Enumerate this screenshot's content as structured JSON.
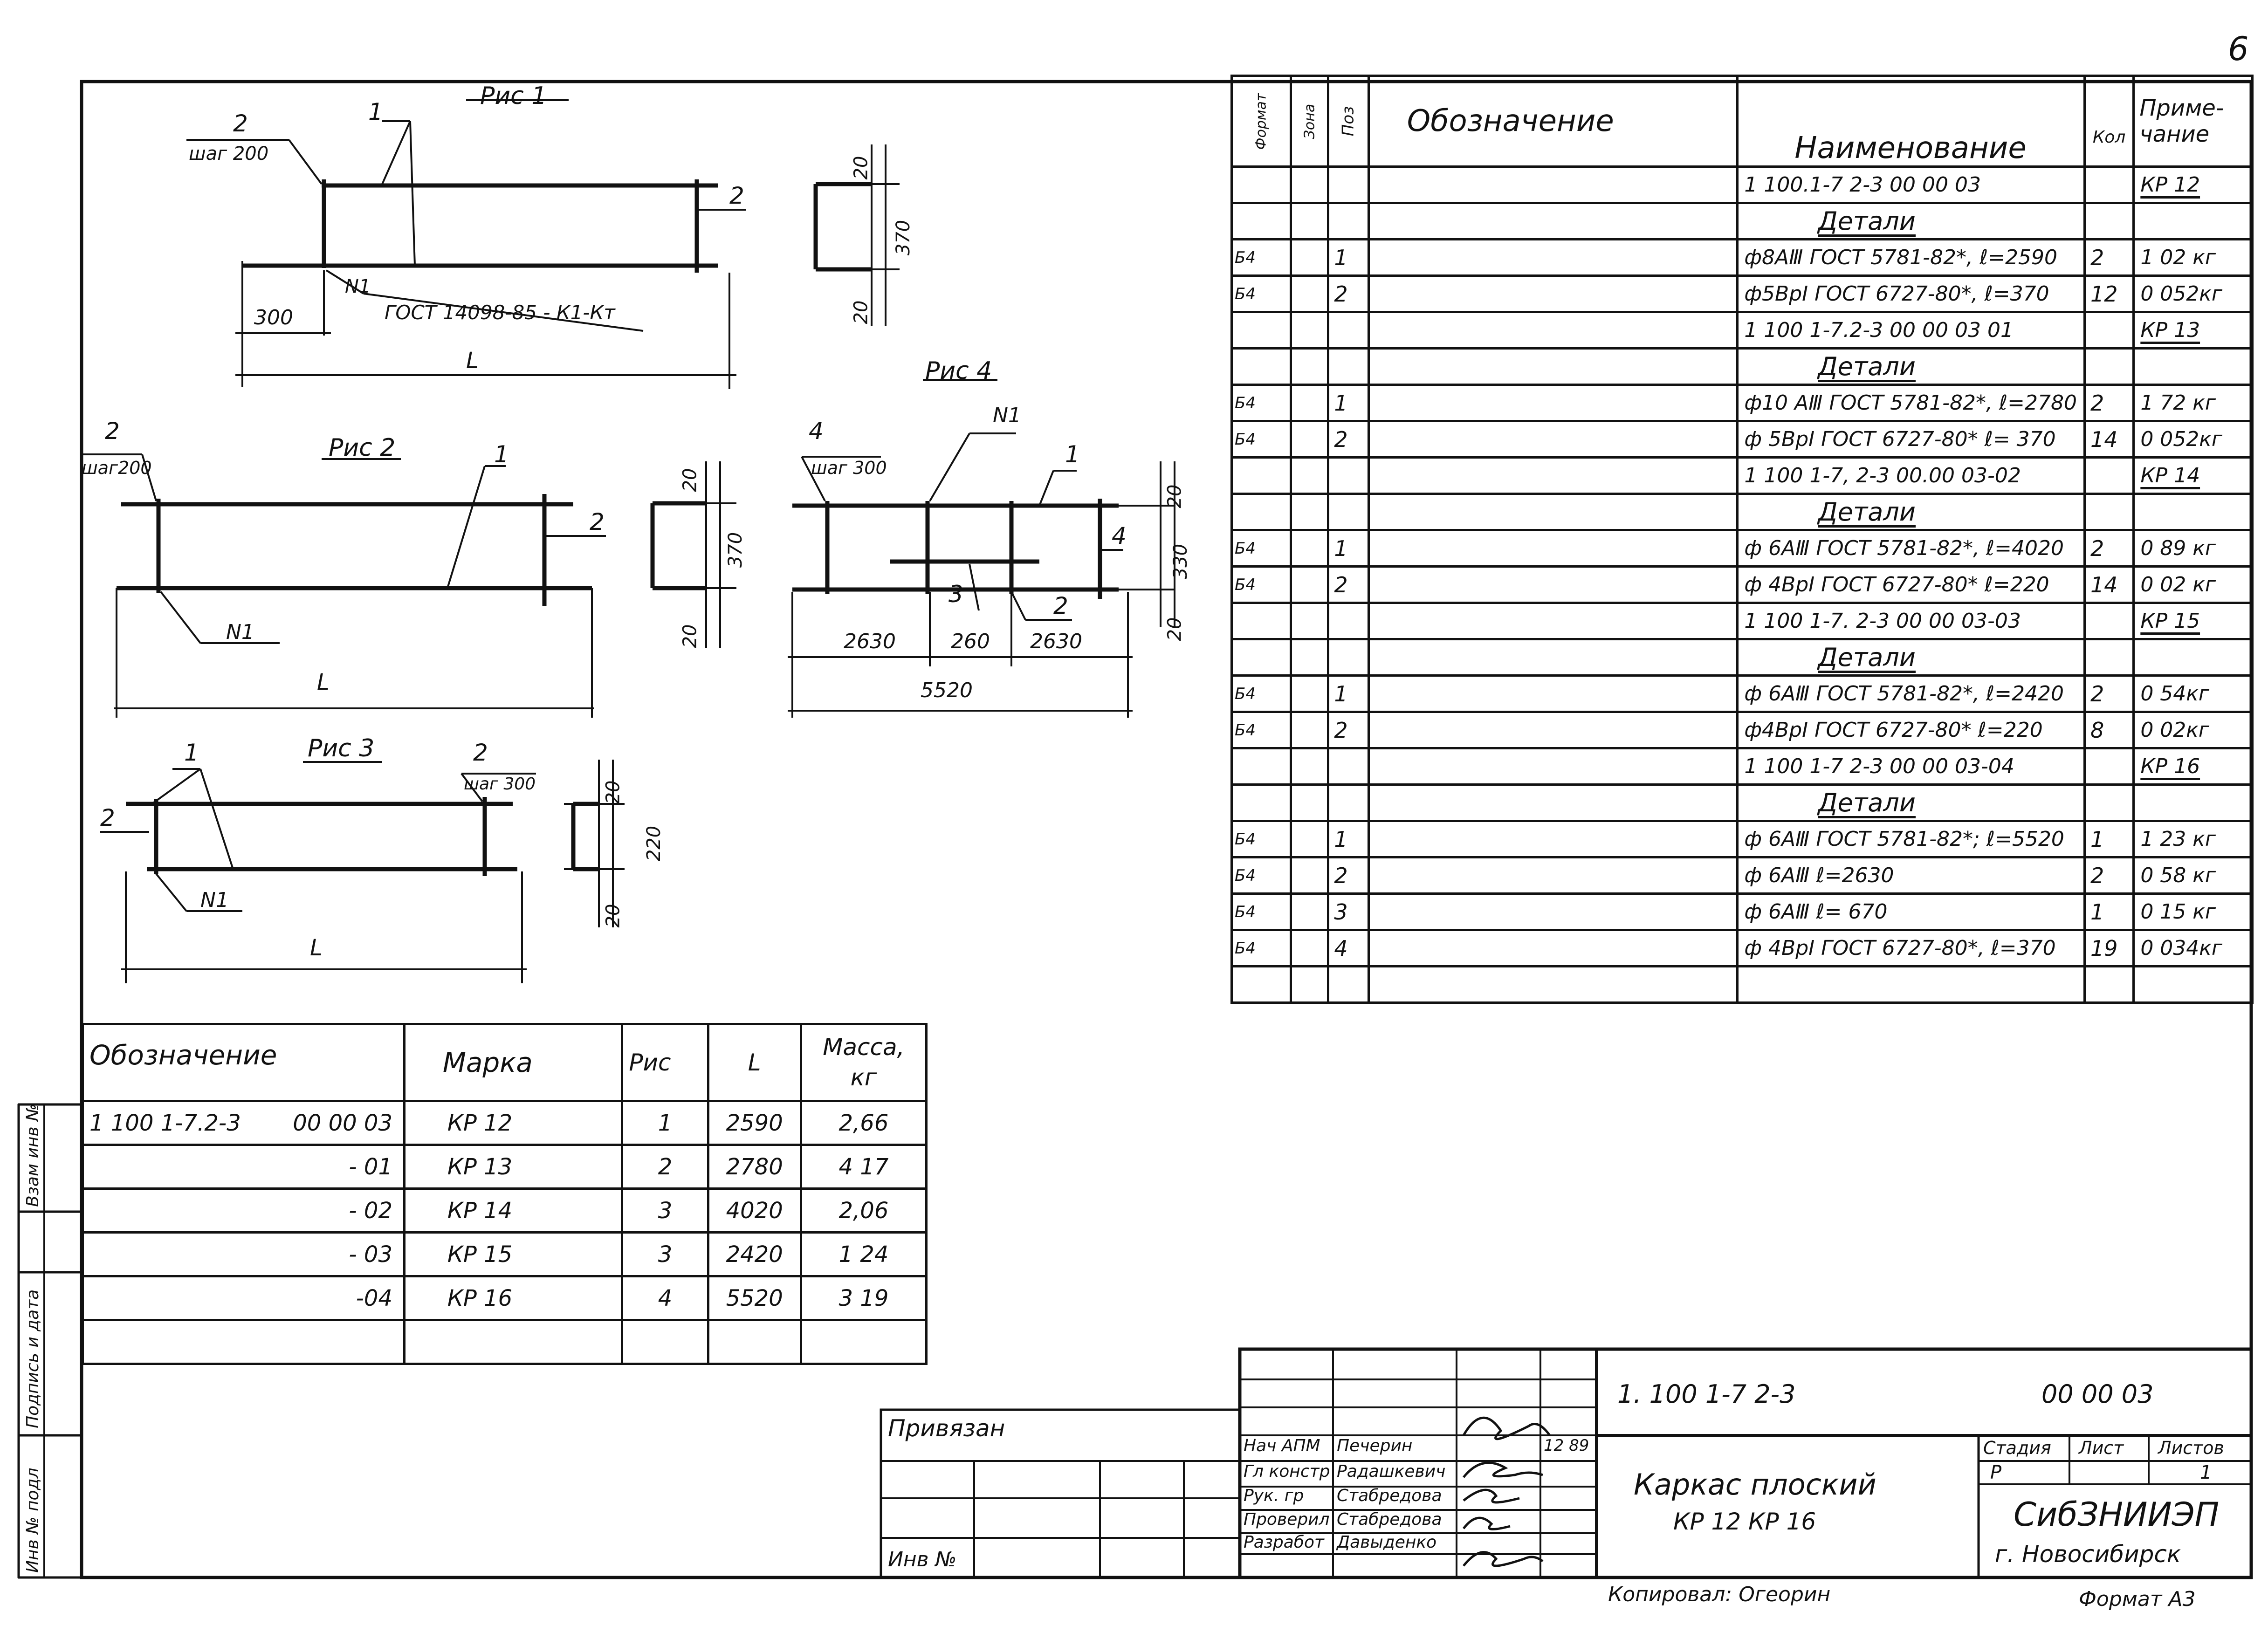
{
  "sheet_number": "6",
  "figures": {
    "fig1": {
      "title": "Рис 1",
      "labels": {
        "pos1": "1",
        "pos2a": "2",
        "pitch": "шаг 200",
        "pos2b": "2",
        "n1": "N1",
        "gost": "ГОСТ 14098-85 - К1-Кт",
        "dim300": "300",
        "len": "L",
        "dim20a": "20",
        "dim370": "370",
        "dim20b": "20"
      }
    },
    "fig2": {
      "title": "Рис 2",
      "labels": {
        "pos1": "1",
        "pos2a": "2",
        "pitch": "шаг200",
        "pos2b": "2",
        "n1": "N1",
        "len": "L",
        "dim20a": "20",
        "dim370": "370",
        "dim20b": "20"
      }
    },
    "fig3": {
      "title": "Рис 3",
      "labels": {
        "pos1": "1",
        "pos2a": "2",
        "pos2b": "2",
        "pitch": "шаг 300",
        "n1": "N1",
        "len": "L",
        "dim20a": "20",
        "dim220": "220",
        "dim20b": "20"
      }
    },
    "fig4": {
      "title": "Рис 4",
      "labels": {
        "pos4a": "4",
        "pitch": "шаг 300",
        "n1": "N1",
        "pos1": "1",
        "pos4b": "4",
        "pos3": "3",
        "pos2": "2",
        "d2630a": "2630",
        "d260": "260",
        "d2630b": "2630",
        "d5520": "5520",
        "dim20a": "20",
        "dim330": "330",
        "dim20b": "20"
      }
    }
  },
  "spec_header": {
    "format": "Формат",
    "zone": "Зона",
    "pos": "Поз",
    "designation": "Обозначение",
    "name": "Наименование",
    "qty": "Кол",
    "note": "Приме-чание"
  },
  "spec_rows": [
    {
      "f": "",
      "z": "",
      "p": "",
      "d": "",
      "n": "1 100.1-7 2-3          00 00 03",
      "q": "",
      "note": "КР 12",
      "type": "asm"
    },
    {
      "f": "",
      "z": "",
      "p": "",
      "d": "",
      "n": "Детали",
      "q": "",
      "note": "",
      "type": "head"
    },
    {
      "f": "Б4",
      "z": "",
      "p": "1",
      "d": "",
      "n": "ф8АⅢ  ГОСТ 5781-82*,  ℓ=2590",
      "q": "2",
      "note": "1 02 кг",
      "type": "item"
    },
    {
      "f": "Б4",
      "z": "",
      "p": "2",
      "d": "",
      "n": "ф5ВрI  ГОСТ 6727-80*,  ℓ=370",
      "q": "12",
      "note": "0 052кг",
      "type": "item"
    },
    {
      "f": "",
      "z": "",
      "p": "",
      "d": "",
      "n": "1 100 1-7.2-3          00 00 03 01",
      "q": "",
      "note": "КР 13",
      "type": "asm"
    },
    {
      "f": "",
      "z": "",
      "p": "",
      "d": "",
      "n": "Детали",
      "q": "",
      "note": "",
      "type": "head"
    },
    {
      "f": "Б4",
      "z": "",
      "p": "1",
      "d": "",
      "n": "ф10 АⅢ  ГОСТ 5781-82*, ℓ=2780",
      "q": "2",
      "note": "1 72 кг",
      "type": "item"
    },
    {
      "f": "Б4",
      "z": "",
      "p": "2",
      "d": "",
      "n": "ф 5ВрI ГОСТ 6727-80*  ℓ= 370",
      "q": "14",
      "note": "0 052кг",
      "type": "item"
    },
    {
      "f": "",
      "z": "",
      "p": "",
      "d": "",
      "n": "1 100 1-7, 2-3     00.00 03-02",
      "q": "",
      "note": "КР 14",
      "type": "asm"
    },
    {
      "f": "",
      "z": "",
      "p": "",
      "d": "",
      "n": "Детали",
      "q": "",
      "note": "",
      "type": "head"
    },
    {
      "f": "Б4",
      "z": "",
      "p": "1",
      "d": "",
      "n": "ф 6АⅢ  ГОСТ 5781-82*,  ℓ=4020",
      "q": "2",
      "note": "0 89 кг",
      "type": "item"
    },
    {
      "f": "Б4",
      "z": "",
      "p": "2",
      "d": "",
      "n": "ф 4ВрI  ГОСТ 6727-80*  ℓ=220",
      "q": "14",
      "note": "0 02 кг",
      "type": "item"
    },
    {
      "f": "",
      "z": "",
      "p": "",
      "d": "",
      "n": "1 100  1-7. 2-3      00 00 03-03",
      "q": "",
      "note": "КР 15",
      "type": "asm"
    },
    {
      "f": "",
      "z": "",
      "p": "",
      "d": "",
      "n": "Детали",
      "q": "",
      "note": "",
      "type": "head"
    },
    {
      "f": "Б4",
      "z": "",
      "p": "1",
      "d": "",
      "n": "ф 6АⅢ  ГОСТ 5781-82*,  ℓ=2420",
      "q": "2",
      "note": "0 54кг",
      "type": "item"
    },
    {
      "f": "Б4",
      "z": "",
      "p": "2",
      "d": "",
      "n": "ф4ВрI  ГОСТ 6727-80*   ℓ=220",
      "q": "8",
      "note": "0 02кг",
      "type": "item"
    },
    {
      "f": "",
      "z": "",
      "p": "",
      "d": "",
      "n": "1 100  1-7 2-3        00 00 03-04",
      "q": "",
      "note": "КР 16",
      "type": "asm"
    },
    {
      "f": "",
      "z": "",
      "p": "",
      "d": "",
      "n": "Детали",
      "q": "",
      "note": "",
      "type": "head"
    },
    {
      "f": "Б4",
      "z": "",
      "p": "1",
      "d": "",
      "n": "ф 6АⅢ  ГОСТ 5781-82*;  ℓ=5520",
      "q": "1",
      "note": "1 23 кг",
      "type": "item"
    },
    {
      "f": "Б4",
      "z": "",
      "p": "2",
      "d": "",
      "n": "ф 6АⅢ                       ℓ=2630",
      "q": "2",
      "note": "0 58 кг",
      "type": "item"
    },
    {
      "f": "Б4",
      "z": "",
      "p": "3",
      "d": "",
      "n": "ф 6АⅢ                       ℓ= 670",
      "q": "1",
      "note": "0 15 кг",
      "type": "item"
    },
    {
      "f": "Б4",
      "z": "",
      "p": "4",
      "d": "",
      "n": "ф 4ВрI  ГОСТ 6727-80*, ℓ=370",
      "q": "19",
      "note": "0 034кг",
      "type": "item"
    },
    {
      "f": "",
      "z": "",
      "p": "",
      "d": "",
      "n": "",
      "q": "",
      "note": "",
      "type": "blank"
    }
  ],
  "mass_table": {
    "header": {
      "designation": "Обозначение",
      "mark": "Марка",
      "fig": "Рис",
      "len": "L",
      "mass": "Масса, кг"
    },
    "rows": [
      {
        "d1": "1 100 1-7.2-3",
        "d2": "00 00 03",
        "mark": "КР 12",
        "fig": "1",
        "len": "2590",
        "mass": "2,66"
      },
      {
        "d1": "",
        "d2": "- 01",
        "mark": "КР 13",
        "fig": "2",
        "len": "2780",
        "mass": "4 17"
      },
      {
        "d1": "",
        "d2": "- 02",
        "mark": "КР 14",
        "fig": "3",
        "len": "4020",
        "mass": "2,06"
      },
      {
        "d1": "",
        "d2": "- 03",
        "mark": "КР 15",
        "fig": "3",
        "len": "2420",
        "mass": "1 24"
      },
      {
        "d1": "",
        "d2": "-04",
        "mark": "КР 16",
        "fig": "4",
        "len": "5520",
        "mass": "3 19"
      },
      {
        "d1": "",
        "d2": "",
        "mark": "",
        "fig": "",
        "len": "",
        "mass": ""
      }
    ]
  },
  "side_stamp": {
    "inv_vzam": "Взам инв №",
    "sign_date": "Подпись и дата",
    "inv_podl": "Инв № подл"
  },
  "title_block": {
    "privyazan": "Привязан",
    "inv_no": "Инв №",
    "roles": [
      {
        "role": "Нач АПМ",
        "name": "Печерин",
        "date": "12 89"
      },
      {
        "role": "Гл констр",
        "name": "Радашкевич",
        "date": ""
      },
      {
        "role": "Рук. гр",
        "name": "Стабредова",
        "date": ""
      },
      {
        "role": "Проверил",
        "name": "Стабредова",
        "date": ""
      },
      {
        "role": "Разработ",
        "name": "Давыденко",
        "date": ""
      }
    ],
    "code_left": "1. 100  1-7  2-3",
    "code_right": "00 00 03",
    "title_line1": "Каркас   плоский",
    "title_line2": "КР 12     КР 16",
    "stage_label": "Стадия",
    "sheet_label": "Лист",
    "sheets_label": "Листов",
    "stage": "Р",
    "sheet": "",
    "sheets": "1",
    "org1": "СибЗНИИЭП",
    "org2": "г. Новосибирск"
  },
  "copied": "Копировал: Огеорин",
  "format": "Формат  А3"
}
